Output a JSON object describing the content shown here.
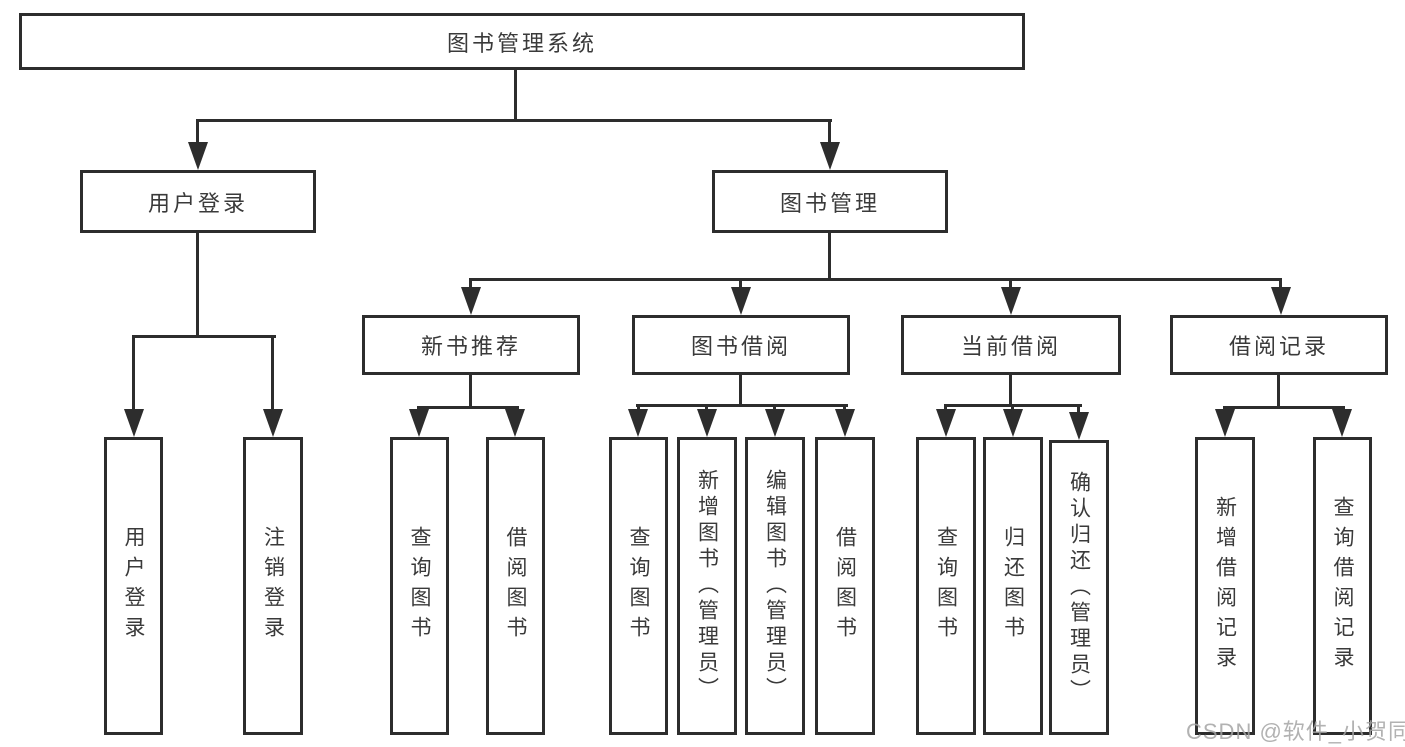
{
  "tree": {
    "root": {
      "label": "图书管理系统"
    },
    "branches": [
      {
        "label": "用户登录",
        "children": [
          {
            "label": "用户登录"
          },
          {
            "label": "注销登录"
          }
        ]
      },
      {
        "label": "图书管理",
        "children": [
          {
            "label": "新书推荐",
            "children": [
              {
                "label": "查询图书"
              },
              {
                "label": "借阅图书"
              }
            ]
          },
          {
            "label": "图书借阅",
            "children": [
              {
                "label": "查询图书"
              },
              {
                "label": "新增图书（管理员）"
              },
              {
                "label": "编辑图书（管理员）"
              },
              {
                "label": "借阅图书"
              }
            ]
          },
          {
            "label": "当前借阅",
            "children": [
              {
                "label": "查询图书"
              },
              {
                "label": "归还图书"
              },
              {
                "label": "确认归还（管理员）"
              }
            ]
          },
          {
            "label": "借阅记录",
            "children": [
              {
                "label": "新增借阅记录"
              },
              {
                "label": "查询借阅记录"
              }
            ]
          }
        ]
      }
    ]
  },
  "watermark": {
    "text": "CSDN @软件_小贺同学"
  },
  "colors": {
    "line": "#2d2d2d",
    "text": "#3a3a3a",
    "watermark": "#a5a5a5",
    "background": "#ffffff"
  }
}
